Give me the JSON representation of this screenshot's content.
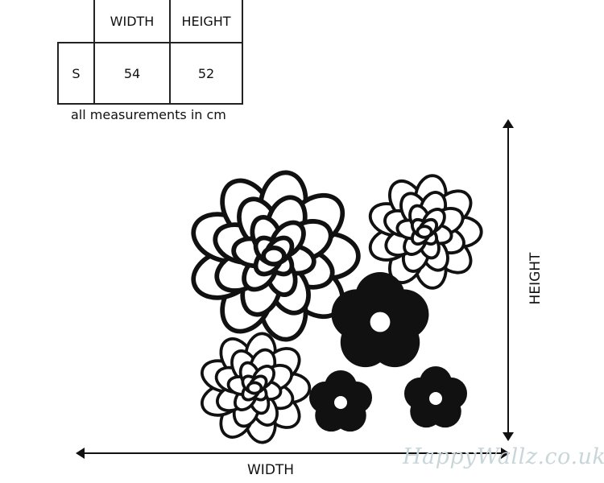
{
  "size_table": {
    "headers": [
      "WIDTH",
      "HEIGHT"
    ],
    "rows": [
      {
        "size": "S",
        "width": "54",
        "height": "52"
      }
    ],
    "caption": "all measurements in cm"
  },
  "dimension_labels": {
    "width": "WIDTH",
    "height": "HEIGHT"
  },
  "watermark": "HappyWallz.co.uk",
  "colors": {
    "ink": "#111111",
    "watermark": "#c9d6d9"
  }
}
